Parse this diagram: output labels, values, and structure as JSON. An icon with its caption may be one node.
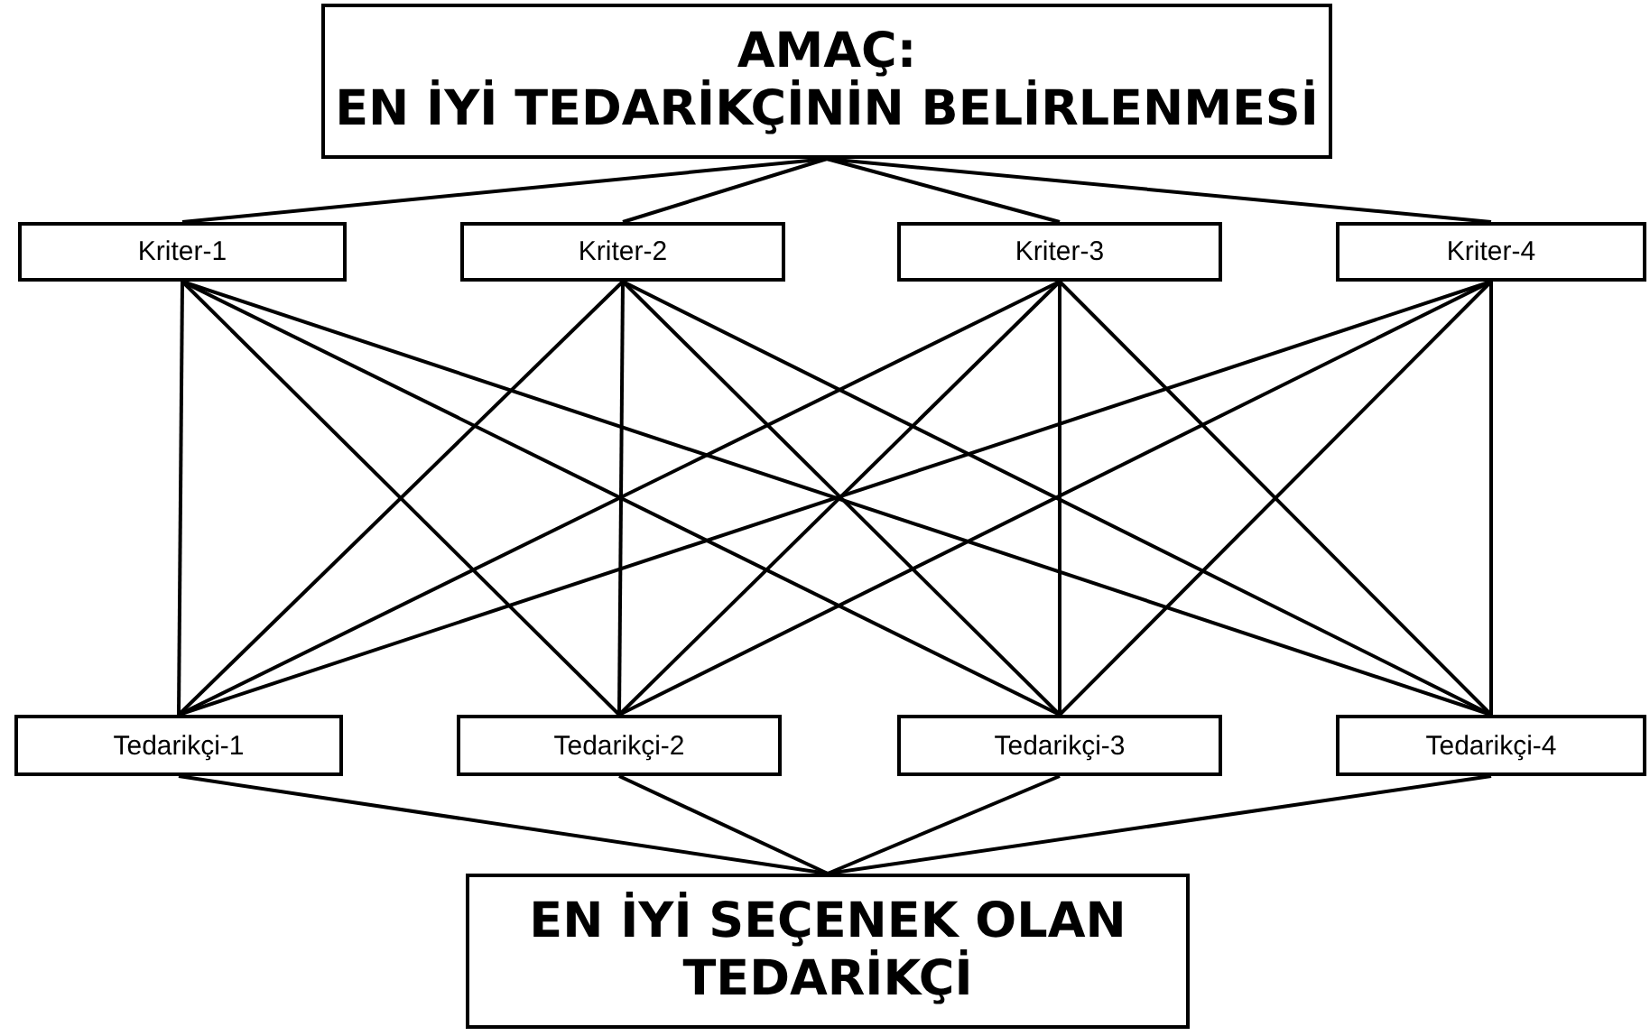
{
  "diagram": {
    "nodes": [
      {
        "text": [
          "AMAÇ:",
          "EN İYİ TEDARİKÇİNİN BELİRLENMESİ"
        ]
      },
      {
        "text": [
          "Kriter-1"
        ]
      },
      {
        "text": [
          "Kriter-2"
        ]
      },
      {
        "text": [
          "Kriter-3"
        ]
      },
      {
        "text": [
          "Kriter-4"
        ]
      },
      {
        "text": [
          "Tedarikçi-1"
        ]
      },
      {
        "text": [
          "Tedarikçi-2"
        ]
      },
      {
        "text": [
          "Tedarikçi-3"
        ]
      },
      {
        "text": [
          "Tedarikçi-4"
        ]
      },
      {
        "text": [
          "EN İYİ SEÇENEK OLAN TEDARİKÇİ"
        ]
      }
    ],
    "edges": [
      {
        "from": 0,
        "to": 1,
        "arrow": "none"
      },
      {
        "from": 0,
        "to": 2,
        "arrow": "none"
      },
      {
        "from": 0,
        "to": 3,
        "arrow": "none"
      },
      {
        "from": 0,
        "to": 4,
        "arrow": "none"
      },
      {
        "from": 1,
        "to": 5,
        "arrow": "none"
      },
      {
        "from": 1,
        "to": 6,
        "arrow": "none"
      },
      {
        "from": 1,
        "to": 7,
        "arrow": "none"
      },
      {
        "from": 1,
        "to": 8,
        "arrow": "none"
      },
      {
        "from": 2,
        "to": 5,
        "arrow": "none"
      },
      {
        "from": 2,
        "to": 6,
        "arrow": "none"
      },
      {
        "from": 2,
        "to": 7,
        "arrow": "none"
      },
      {
        "from": 2,
        "to": 8,
        "arrow": "none"
      },
      {
        "from": 3,
        "to": 5,
        "arrow": "none"
      },
      {
        "from": 3,
        "to": 6,
        "arrow": "none"
      },
      {
        "from": 3,
        "to": 7,
        "arrow": "none"
      },
      {
        "from": 3,
        "to": 8,
        "arrow": "none"
      },
      {
        "from": 4,
        "to": 5,
        "arrow": "none"
      },
      {
        "from": 4,
        "to": 6,
        "arrow": "none"
      },
      {
        "from": 4,
        "to": 7,
        "arrow": "none"
      },
      {
        "from": 4,
        "to": 8,
        "arrow": "none"
      },
      {
        "from": 5,
        "to": 9,
        "arrow": "none"
      },
      {
        "from": 6,
        "to": 9,
        "arrow": "none"
      },
      {
        "from": 7,
        "to": 9,
        "arrow": "none"
      },
      {
        "from": 8,
        "to": 9,
        "arrow": "none"
      }
    ]
  }
}
